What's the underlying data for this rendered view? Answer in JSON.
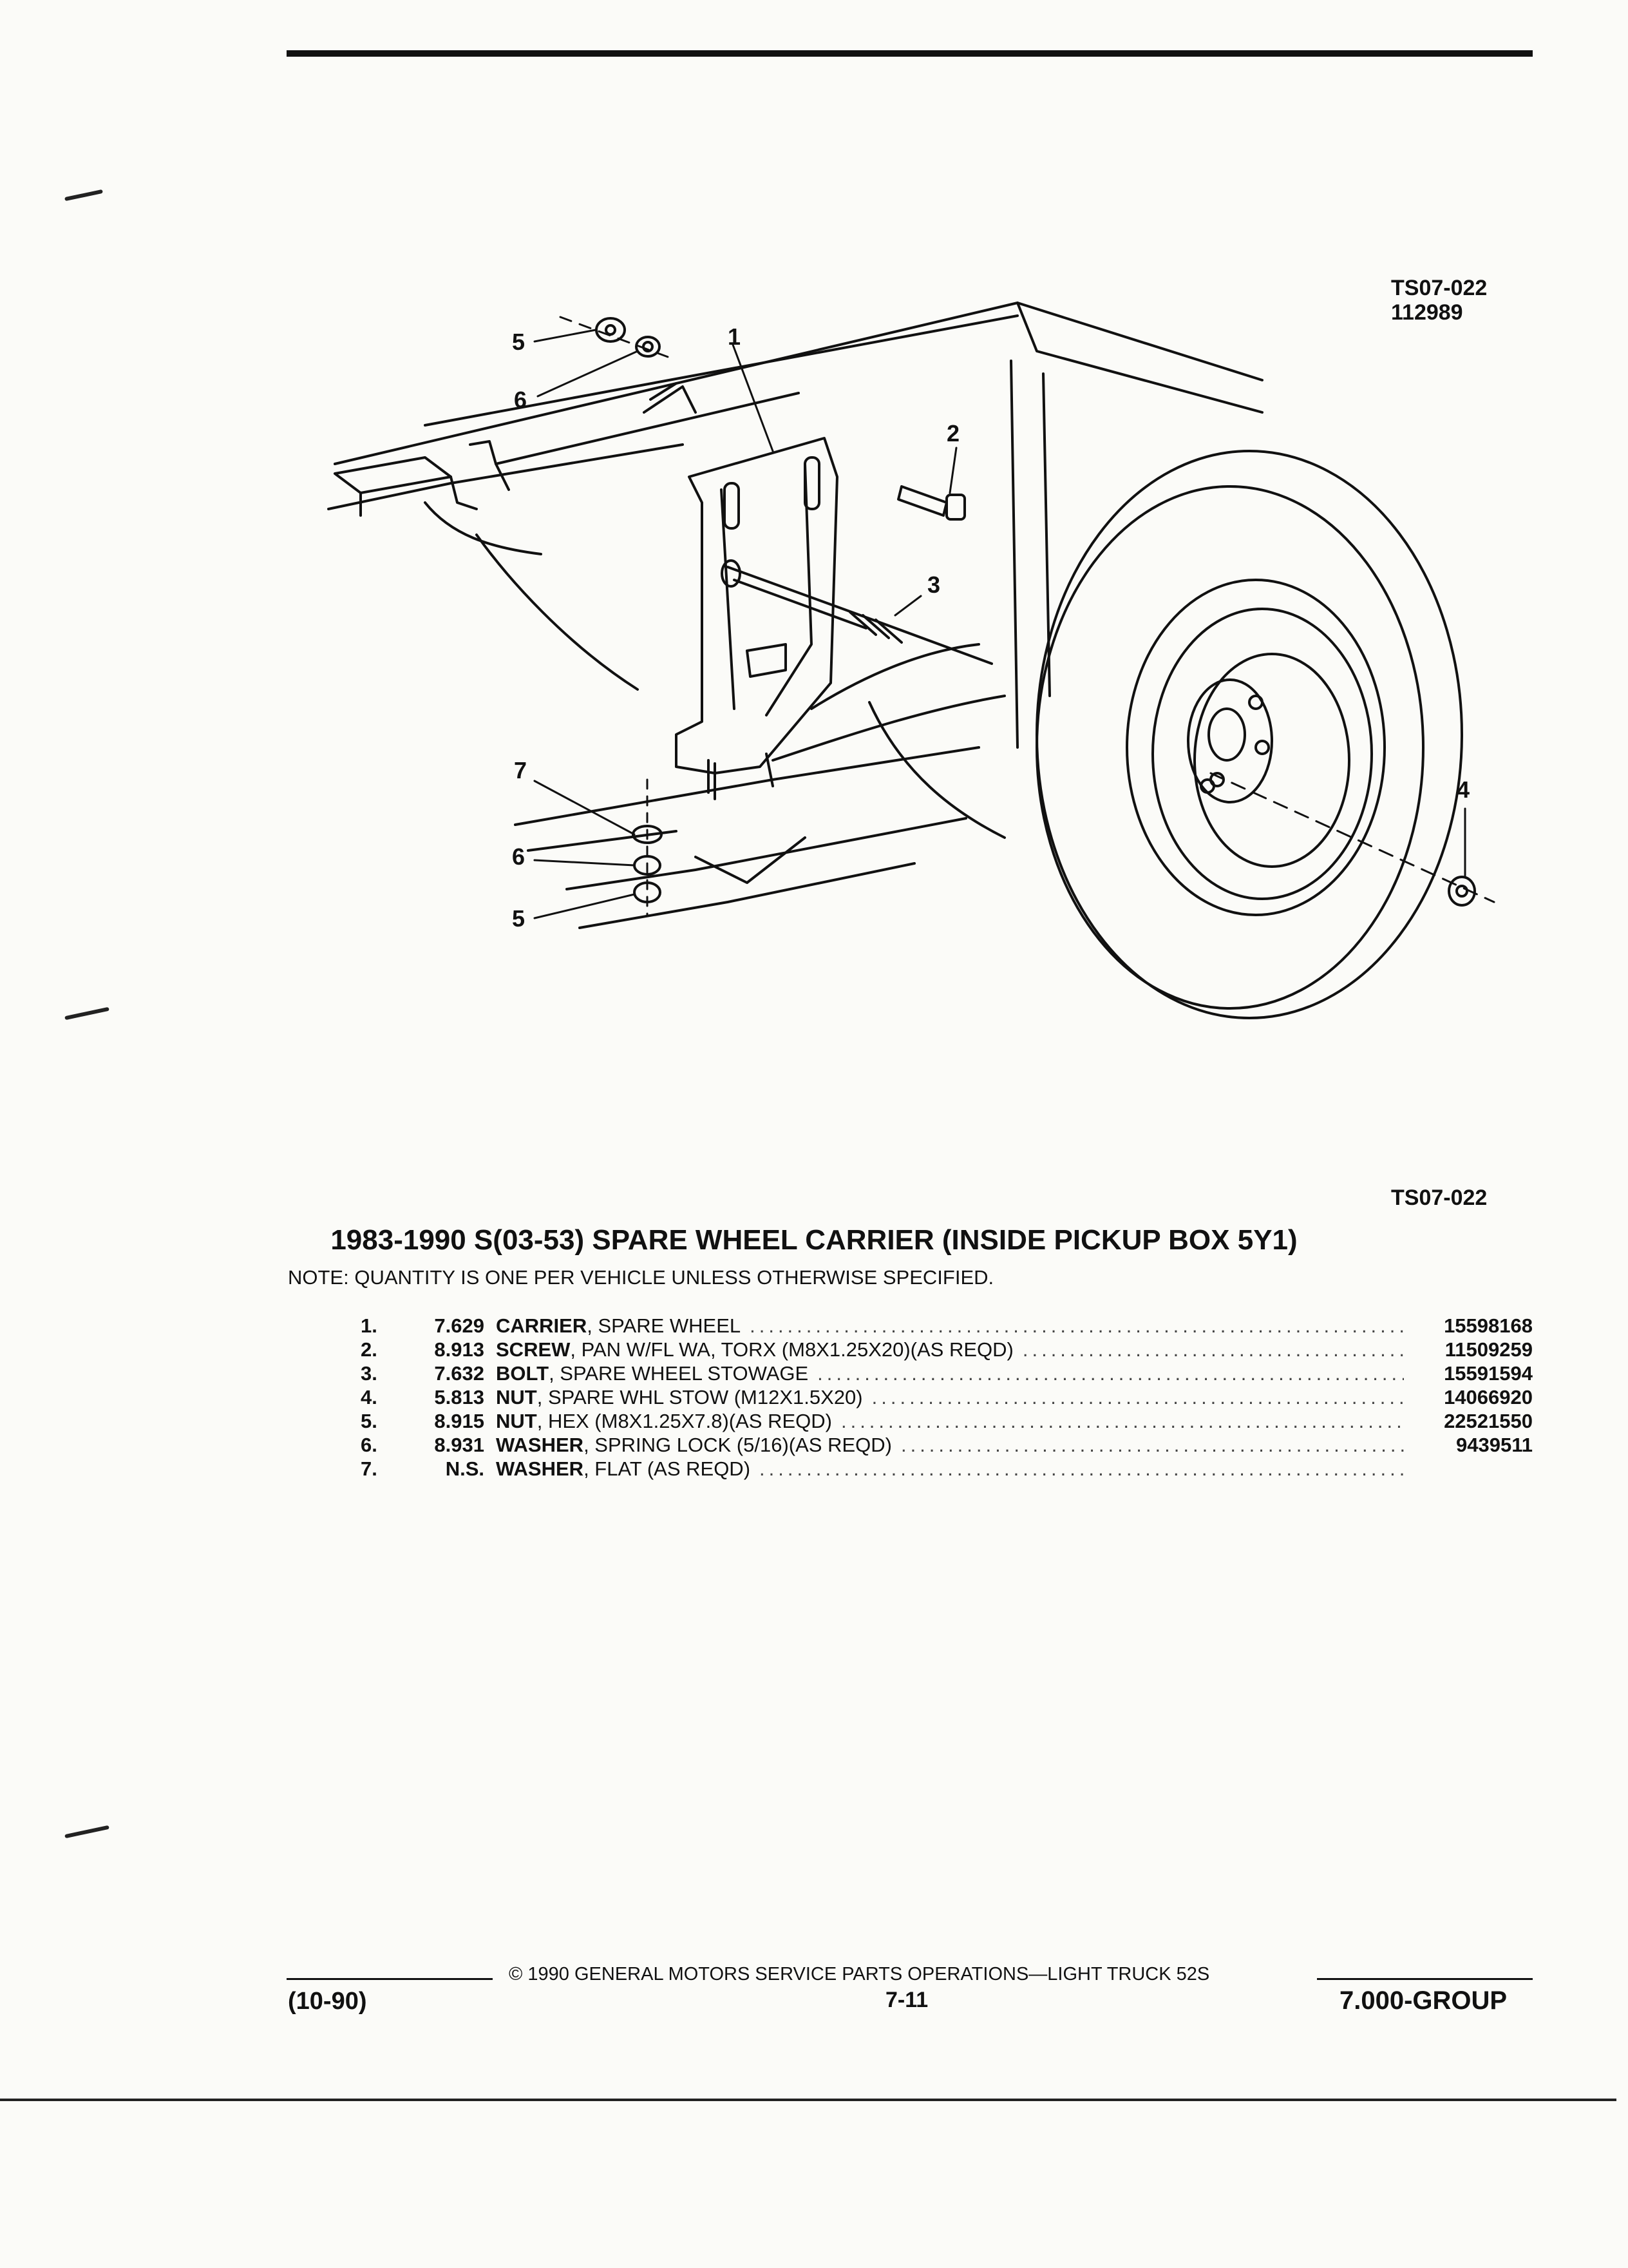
{
  "figure": {
    "code": "TS07-022",
    "date_code": "112989",
    "callouts": [
      "1",
      "2",
      "3",
      "4",
      "5",
      "6",
      "7",
      "6",
      "5"
    ]
  },
  "title": "1983-1990 S(03-53) SPARE WHEEL CARRIER (INSIDE PICKUP BOX 5Y1)",
  "note": "NOTE:  QUANTITY IS ONE PER VEHICLE UNLESS OTHERWISE SPECIFIED.",
  "parts": [
    {
      "num": "1.",
      "code": "7.629",
      "name": "CARRIER",
      "desc": " , SPARE WHEEL",
      "part_number": "15598168"
    },
    {
      "num": "2.",
      "code": "8.913",
      "name": "SCREW",
      "desc": " , PAN W/FL WA, TORX (M8X1.25X20)(AS REQD)",
      "part_number": "11509259"
    },
    {
      "num": "3.",
      "code": "7.632",
      "name": "BOLT",
      "desc": " , SPARE WHEEL STOWAGE",
      "part_number": "15591594"
    },
    {
      "num": "4.",
      "code": "5.813",
      "name": "NUT",
      "desc": " , SPARE WHL STOW (M12X1.5X20)",
      "part_number": "14066920"
    },
    {
      "num": "5.",
      "code": "8.915",
      "name": "NUT",
      "desc": " , HEX (M8X1.25X7.8)(AS REQD)",
      "part_number": "22521550"
    },
    {
      "num": "6.",
      "code": "8.931",
      "name": "WASHER",
      "desc": " , SPRING LOCK (5/16)(AS REQD)",
      "part_number": "9439511"
    },
    {
      "num": "7.",
      "code": "N.S.",
      "name": "WASHER",
      "desc": " , FLAT (AS REQD)",
      "part_number": ""
    }
  ],
  "footer": {
    "copyright": "©  1990  GENERAL MOTORS SERVICE PARTS OPERATIONS—LIGHT TRUCK 52S",
    "date": "(10-90)",
    "page": "7-11",
    "group": "7.000-GROUP"
  }
}
